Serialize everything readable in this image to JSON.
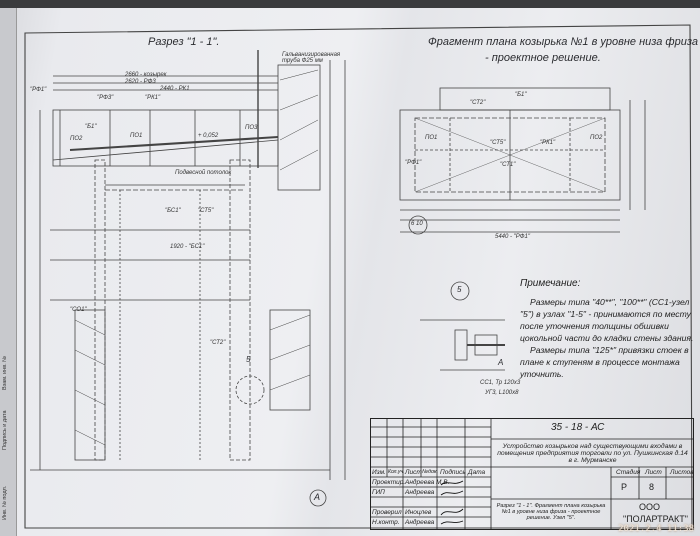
{
  "section": {
    "title": "Разрез \"1 - 1\".",
    "labels": [
      "\"РФ1\"",
      "\"РФ3\"",
      "\"РК1\"",
      "\"Б1\"",
      "ПО1",
      "ПО2",
      "ПО3",
      "+ 0,052",
      "Подвесной потолок",
      "\"БС1\"",
      "\"СТ5\"",
      "\"СО1\"",
      "\"СТ2\"",
      "2660 - козырек",
      "2620 - РФ3",
      "2440 - РК1",
      "1920 - \"БС1\"",
      "Гальванизированная труба Ф25 мм",
      "A"
    ],
    "node_marker": "5"
  },
  "plan": {
    "title_line1": "Фрагмент плана  козырька №1  в уровне низа фриза -",
    "title_line2": "- проектное решение.",
    "labels": [
      "\"СТ2\"",
      "\"Б1\"",
      "\"РК1\"",
      "\"СТ5\"",
      "\"СТ1\"",
      "\"РФ1\"",
      "ПО1",
      "ПО2",
      "5440 - \"РФ1\""
    ],
    "node_marker": "6 10"
  },
  "detail": {
    "marker": "5",
    "labels": [
      "СС1, Тр 120х3",
      "A",
      "УГ3, L100х8"
    ]
  },
  "note": {
    "heading": "Примечание:",
    "para1": "Размеры типа \"40**\", \"100**\" (СС1-узел \"5\") в узлах \"1-5\" - принимаются по месту после уточнения толщины обшивки цокольной части до кладки стены здания.",
    "para2": "Размеры типа \"125*\" привязки стоек в плане к ступеням в процессе монтажа уточнить."
  },
  "title_block": {
    "code": "35 - 18 - АС",
    "project": "Устройство козырьков над существующими входами в помещения предприятия торговли по ул. Пушкинская д.14  в  г. Мурманске",
    "headers": [
      "Изм.",
      "Кол.уч.",
      "Лист",
      "№док.",
      "Подпись",
      "Дата"
    ],
    "rows": [
      {
        "role": "Проектир.",
        "name": "Андреева М.В."
      },
      {
        "role": "ГИП",
        "name": "Андреева"
      },
      {
        "role": "Проверил",
        "name": "Иноцлев"
      },
      {
        "role": "Н.контр.",
        "name": "Андреева"
      }
    ],
    "stage_label": "Стадия",
    "sheet_label": "Лист",
    "sheets_label": "Листов",
    "stage": "Р",
    "sheet": "8",
    "sheets": "",
    "sheet_title": "Разрез \"1 - 1\". Фрагмент  плана  козырька №1 в уровне низа фриза - проектное решение. Узел \"5\".",
    "company_line1": "ООО",
    "company_line2": "\"ПОЛАРТРАКТ\""
  },
  "binding_labels": [
    "Инв. № подл.",
    "Подпись и дата",
    "Взам. инв. №"
  ],
  "timestamp": "2021.2.4 11:38"
}
